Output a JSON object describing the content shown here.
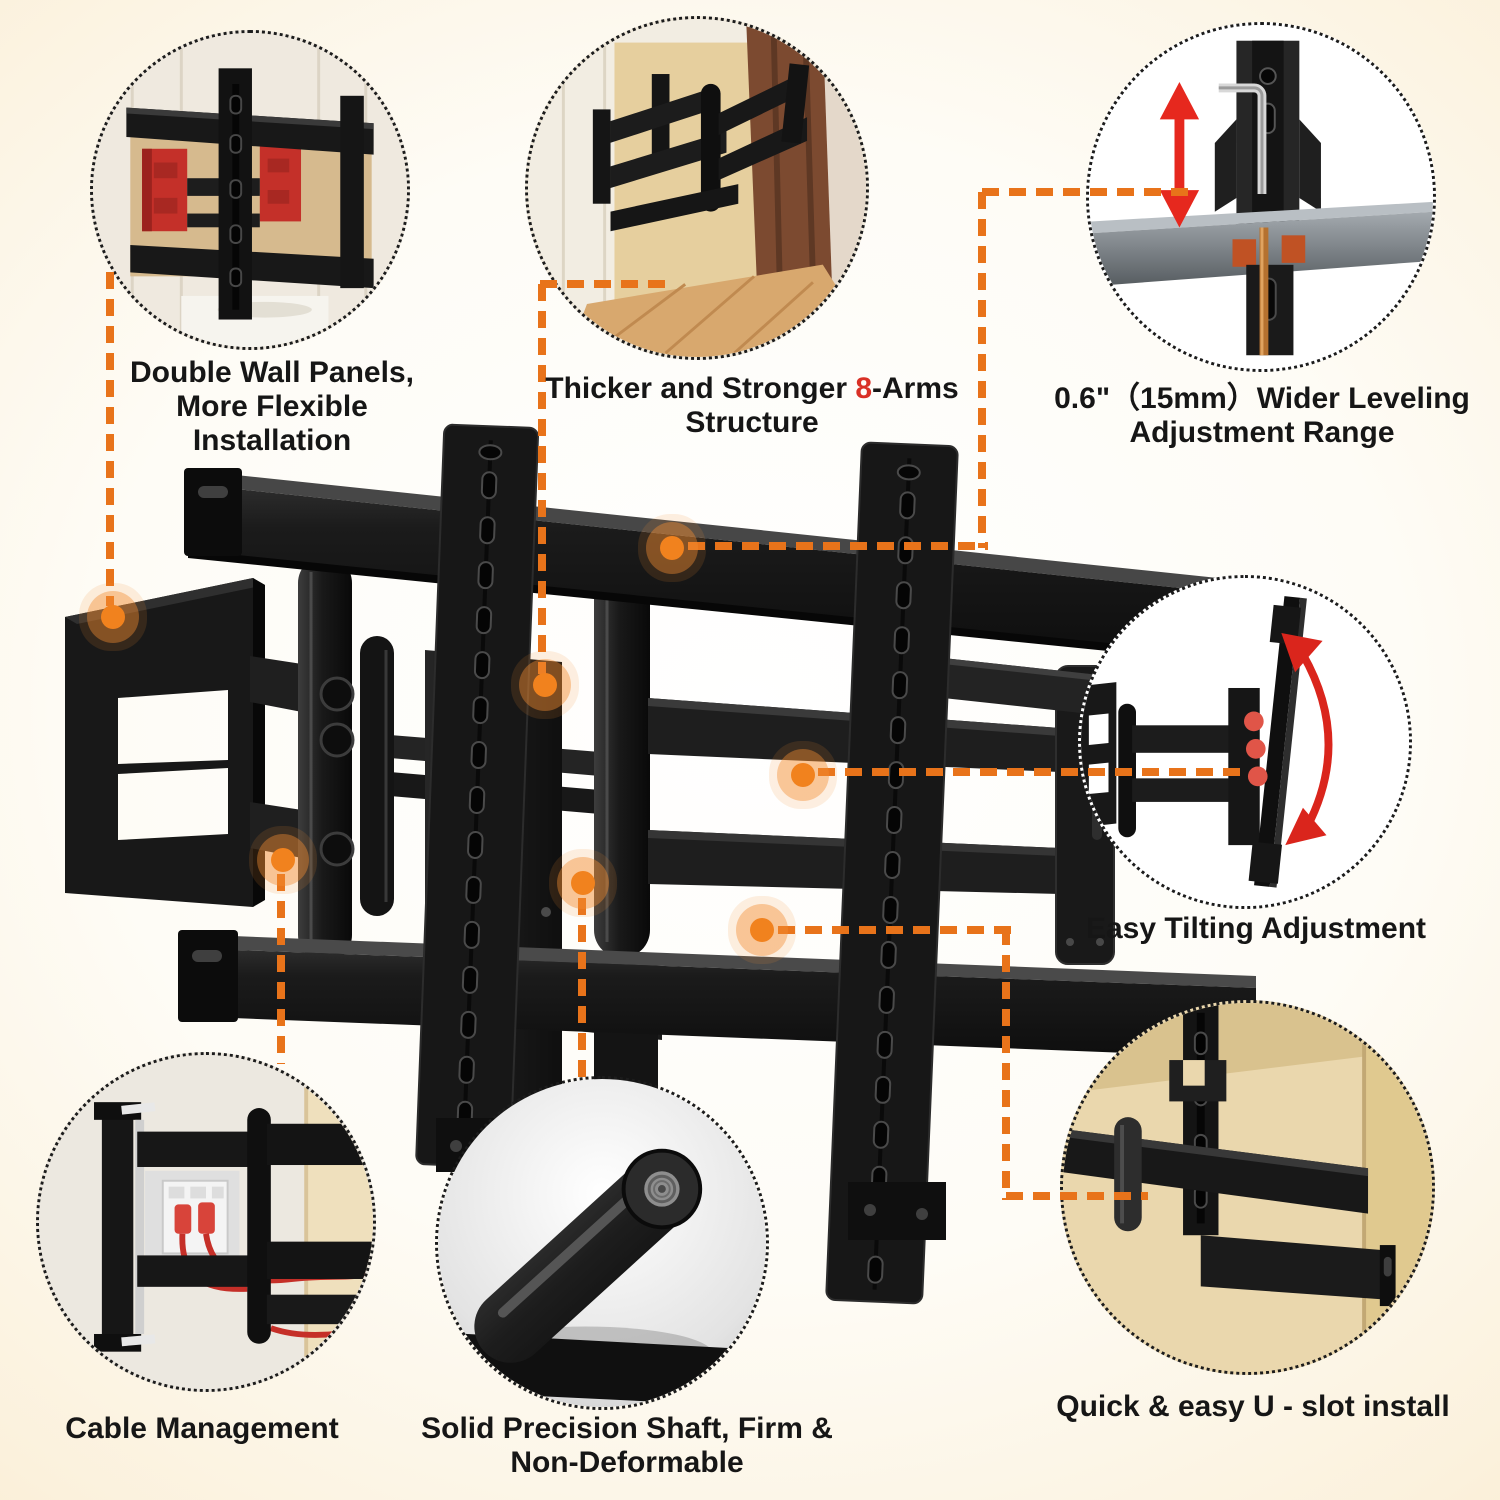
{
  "colors": {
    "accent_orange": "#E8731A",
    "accent_red": "#D93026",
    "text": "#161616",
    "background_edge": "#F5DEB2",
    "product_black": "#171717"
  },
  "callouts": {
    "top_left": {
      "lines": [
        "Double Wall Panels,",
        "More Flexible",
        "Installation"
      ],
      "photo": "mount-on-double-wall-panels"
    },
    "top_middle": {
      "line1_pre": "Thicker and Stronger ",
      "line1_highlight": "8",
      "line1_post": "-Arms",
      "line2": "Structure",
      "photo": "eight-arm-structure-side-view"
    },
    "top_right": {
      "lines": [
        "0.6\"（15mm）Wider Leveling",
        "Adjustment Range"
      ],
      "photo": "leveling-adjustment-closeup"
    },
    "middle_right": {
      "label": "Easy Tilting Adjustment",
      "photo": "tilting-side-view"
    },
    "bottom_right": {
      "label": "Quick & easy U - slot install",
      "photo": "u-slot-install-closeup"
    },
    "bottom_middle": {
      "lines": [
        "Solid Precision Shaft, Firm &",
        "Non-Deformable"
      ],
      "photo": "precision-shaft-closeup"
    },
    "bottom_left": {
      "label": "Cable Management",
      "photo": "cable-management-view"
    }
  }
}
